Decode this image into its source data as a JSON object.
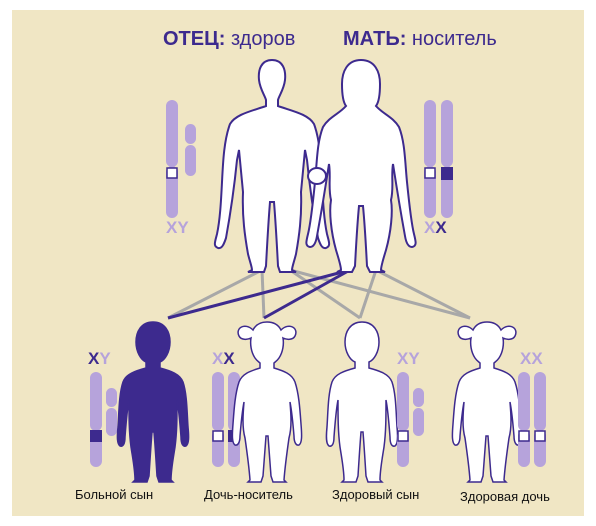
{
  "colors": {
    "background": "#f0e6c4",
    "chromosome": "#b6a3db",
    "purple": "#3d2a8e",
    "white_fill": "#ffffff",
    "line_gray": "#a8a8a8"
  },
  "father": {
    "role": "ОТЕЦ:",
    "status": "здоров",
    "chrom_x": "X",
    "chrom_y": "Y"
  },
  "mother": {
    "role": "МАТЬ:",
    "status": "носитель",
    "chrom_x1": "X",
    "chrom_x2": "X"
  },
  "children": [
    {
      "label": "Больной сын",
      "chrom1": "X",
      "chrom2": "Y"
    },
    {
      "label": "Дочь-носитель",
      "chrom1": "X",
      "chrom2": "X"
    },
    {
      "label": "Здоровый сын",
      "chrom1": "X",
      "chrom2": "Y"
    },
    {
      "label": "Здоровая дочь",
      "chrom1": "X",
      "chrom2": "X"
    }
  ]
}
